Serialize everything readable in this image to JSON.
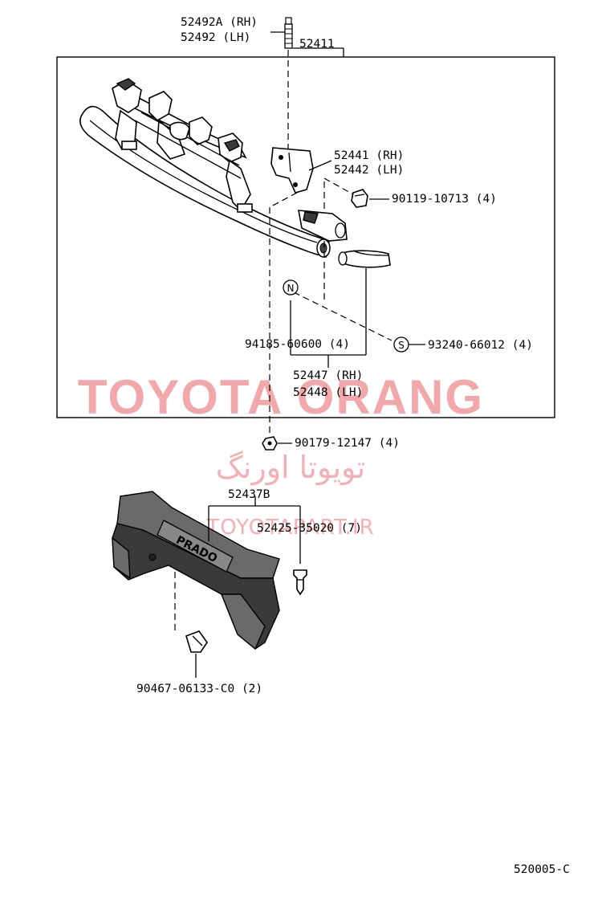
{
  "labels": {
    "stud_rh": "52492A (RH)",
    "stud_lh": "52492  (LH)",
    "frame": "52411",
    "bracket_rh": "52441 (RH)",
    "bracket_lh": "52442 (LH)",
    "bolt_top": "90119-10713 (4)",
    "part_n": "94185-60600 (4)",
    "part_s": "93240-66012 (4)",
    "hose_rh": "52447 (RH)",
    "hose_lh": "52448 (LH)",
    "nut_bottom": "90179-12147 (4)",
    "guard": "52437B",
    "clip": "52425-35020 (7)",
    "screw": "90467-06133-C0 (2)",
    "diagram_code": "520005-C"
  },
  "symbols": {
    "n": "N",
    "s": "S"
  },
  "badge_text": "PRADO",
  "watermark": {
    "main": "TOYOTA ORANG",
    "persian": "تویوتا اورنگ",
    "url": "TOYOTAPART.IR"
  }
}
